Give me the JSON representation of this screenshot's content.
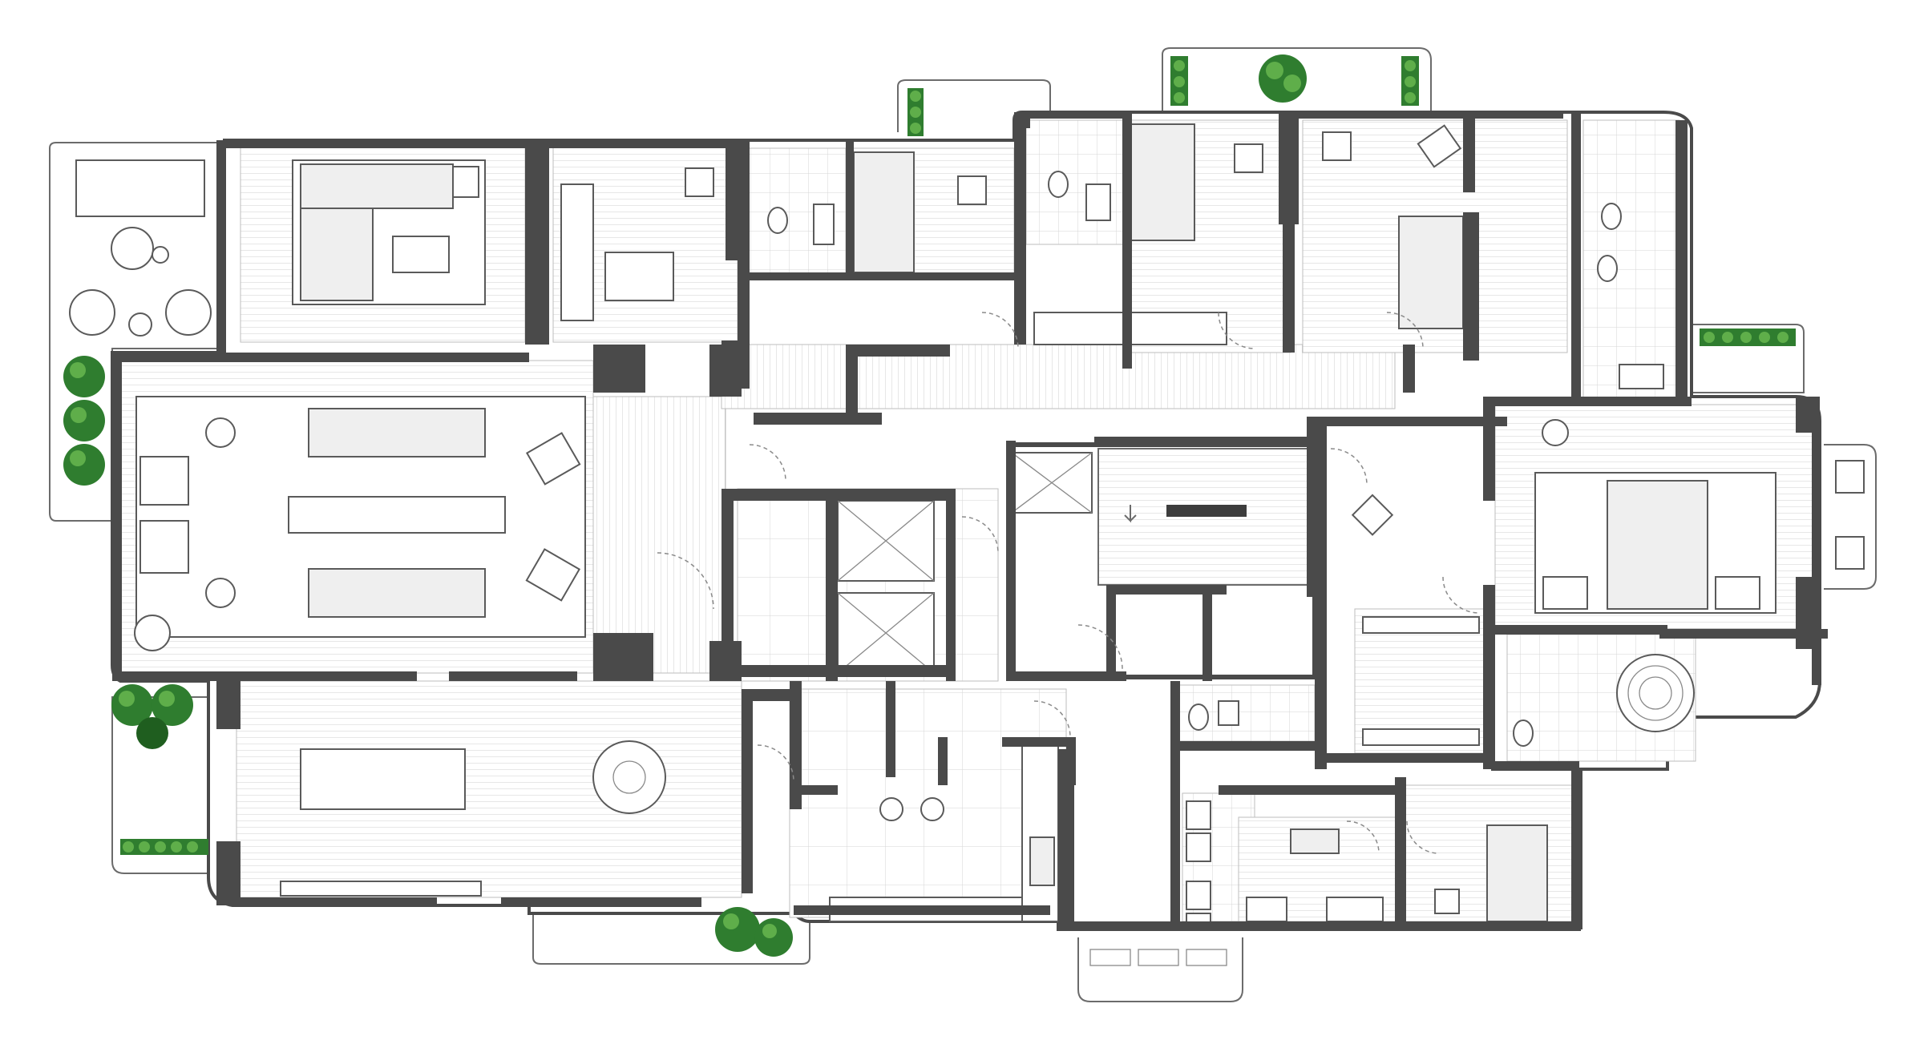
{
  "drawing": {
    "type": "architectural floor plan",
    "colors": {
      "wall": "#4a4a4a",
      "floor_lines": "#bdbdbd",
      "furniture_stroke": "#5a5a5a",
      "planter_green": "#2f7d2f",
      "planter_light": "#5fae4a",
      "background": "#ffffff"
    },
    "zones": [
      {
        "id": "terrace-west",
        "kind": "terrace"
      },
      {
        "id": "tv-room",
        "kind": "room"
      },
      {
        "id": "guest-bedroom",
        "kind": "room"
      },
      {
        "id": "living-room",
        "kind": "room"
      },
      {
        "id": "foyer",
        "kind": "room"
      },
      {
        "id": "dining-room",
        "kind": "room"
      },
      {
        "id": "kitchen",
        "kind": "room"
      },
      {
        "id": "service-area",
        "kind": "room"
      },
      {
        "id": "bathroom-1",
        "kind": "bathroom"
      },
      {
        "id": "bathroom-2",
        "kind": "bathroom"
      },
      {
        "id": "bathroom-3",
        "kind": "bathroom"
      },
      {
        "id": "bathroom-4",
        "kind": "bathroom"
      },
      {
        "id": "bedroom-1",
        "kind": "room"
      },
      {
        "id": "bedroom-2",
        "kind": "room"
      },
      {
        "id": "bedroom-3",
        "kind": "room"
      },
      {
        "id": "master-suite",
        "kind": "room"
      },
      {
        "id": "walk-in-closet",
        "kind": "room"
      },
      {
        "id": "master-bath",
        "kind": "bathroom"
      },
      {
        "id": "stair-core",
        "kind": "circulation"
      },
      {
        "id": "elevator-1",
        "kind": "elevator"
      },
      {
        "id": "elevator-2",
        "kind": "elevator"
      },
      {
        "id": "elevator-3",
        "kind": "elevator"
      },
      {
        "id": "corridor",
        "kind": "circulation"
      },
      {
        "id": "balcony-north-1",
        "kind": "terrace"
      },
      {
        "id": "balcony-north-2",
        "kind": "terrace"
      },
      {
        "id": "balcony-south",
        "kind": "terrace"
      },
      {
        "id": "balcony-east",
        "kind": "terrace"
      }
    ],
    "icons": [
      "door-swing-icon",
      "toilet-icon",
      "sink-icon",
      "bathtub-icon",
      "bed-icon",
      "sofa-icon",
      "dining-table-icon",
      "armchair-icon",
      "planter-icon",
      "stove-icon",
      "elevator-icon",
      "stair-arrow-icon",
      "round-table-icon",
      "jacuzzi-icon"
    ]
  }
}
